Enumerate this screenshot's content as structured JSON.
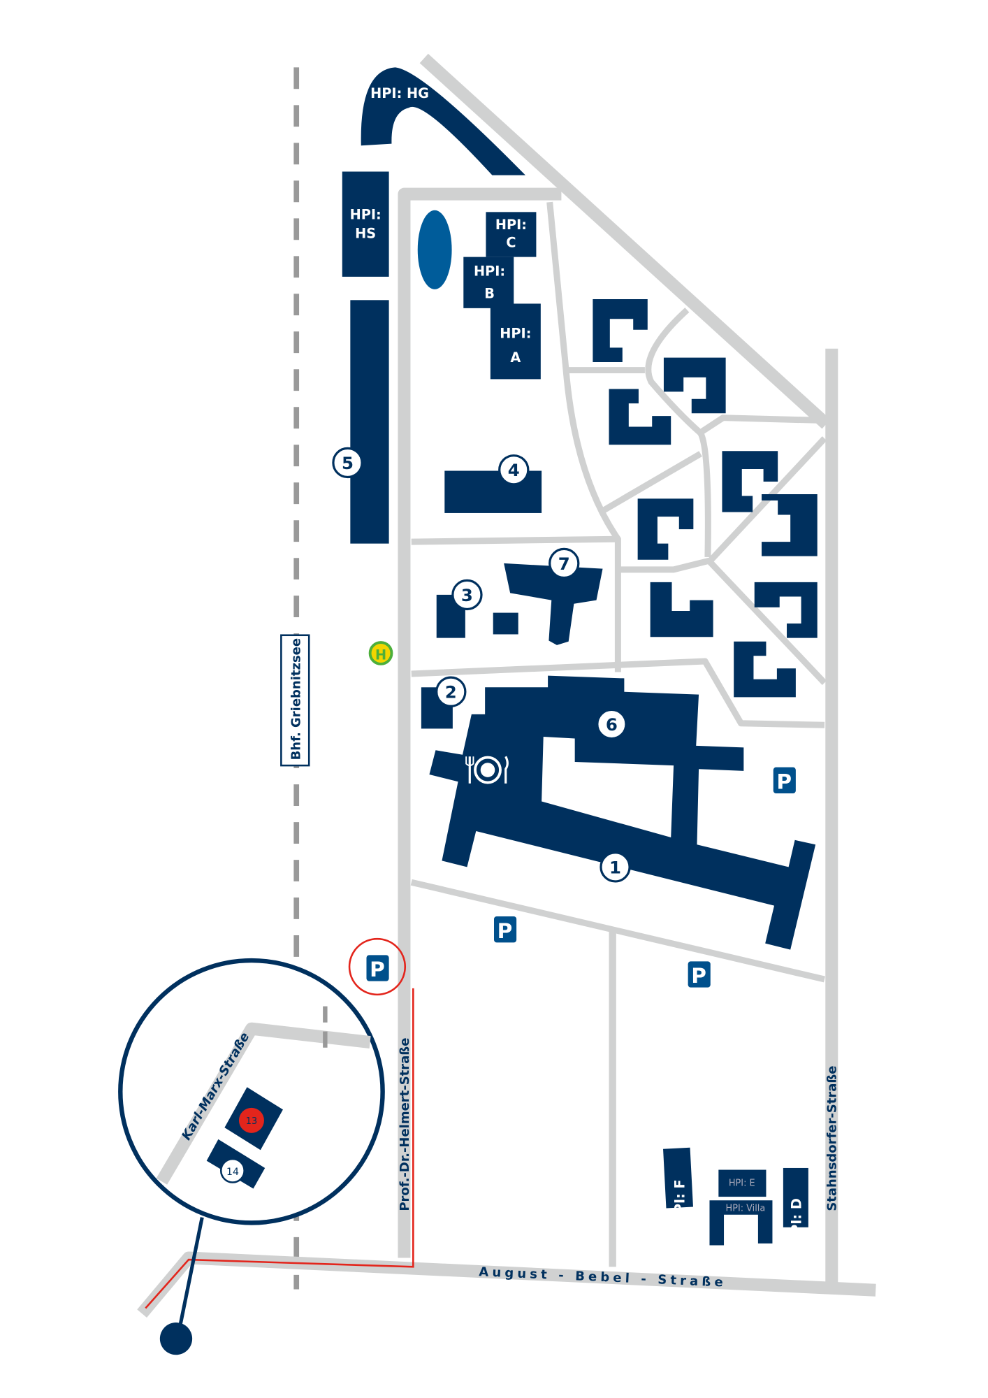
{
  "colors": {
    "building": "#00305e",
    "road": "#d0d1d1",
    "rail": "#999999",
    "lake": "#005c9a",
    "route": "#e3251c",
    "parking": "#00508c"
  },
  "buildings": {
    "hg": "HPI: HG",
    "hs_line1": "HPI:",
    "hs_line2": "HS",
    "c_line1": "HPI:",
    "c_line2": "C",
    "b_line1": "HPI:",
    "b_line2": "B",
    "a_line1": "HPI:",
    "a_line2": "A",
    "f": "HPI: F",
    "e": "HPI: E",
    "villa": "HPI: Villa",
    "d": "HPI: D"
  },
  "markers": [
    "1",
    "2",
    "3",
    "4",
    "5",
    "6",
    "7",
    "13",
    "14"
  ],
  "parking_label": "P",
  "bus_stop_label": "H",
  "station_label": "Bhf. Griebnitzsee",
  "streets": {
    "helmert": "Prof.-Dr.-Helmert-Straße",
    "bebel": "August - Bebel - Straße",
    "stahnsdorfer": "Stahnsdorfer-Straße",
    "karl_marx": "Karl-Marx-Straße"
  }
}
